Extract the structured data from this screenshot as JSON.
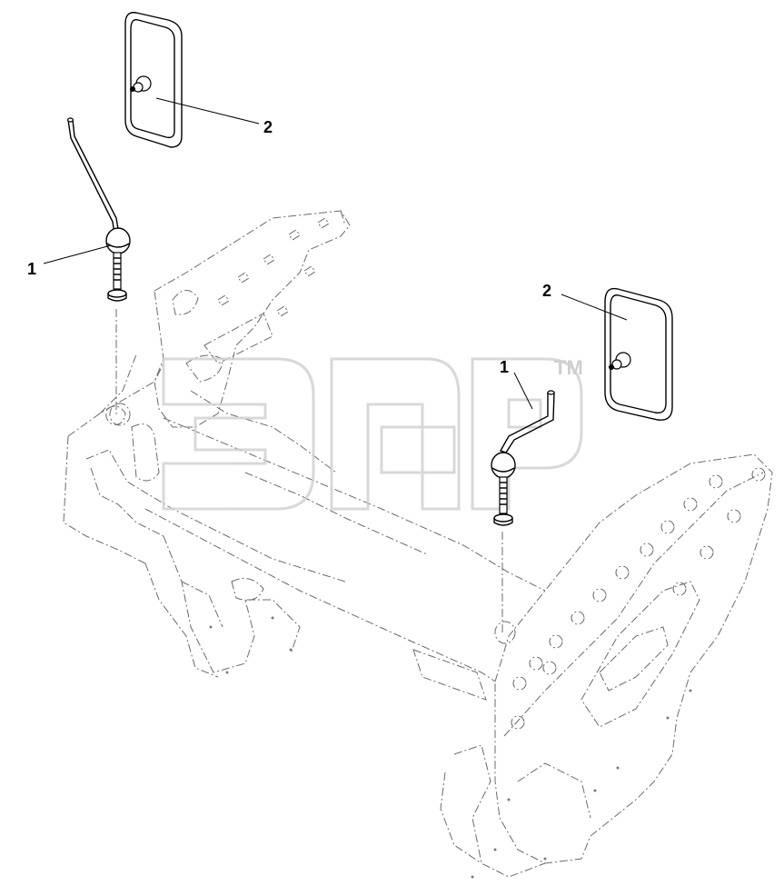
{
  "diagram": {
    "callouts": [
      {
        "id": "callout-1-left",
        "label": "1"
      },
      {
        "id": "callout-2-top",
        "label": "2"
      },
      {
        "id": "callout-2-right",
        "label": "2"
      },
      {
        "id": "callout-1-right",
        "label": "1"
      }
    ],
    "watermark": {
      "trademark": "TM"
    }
  }
}
